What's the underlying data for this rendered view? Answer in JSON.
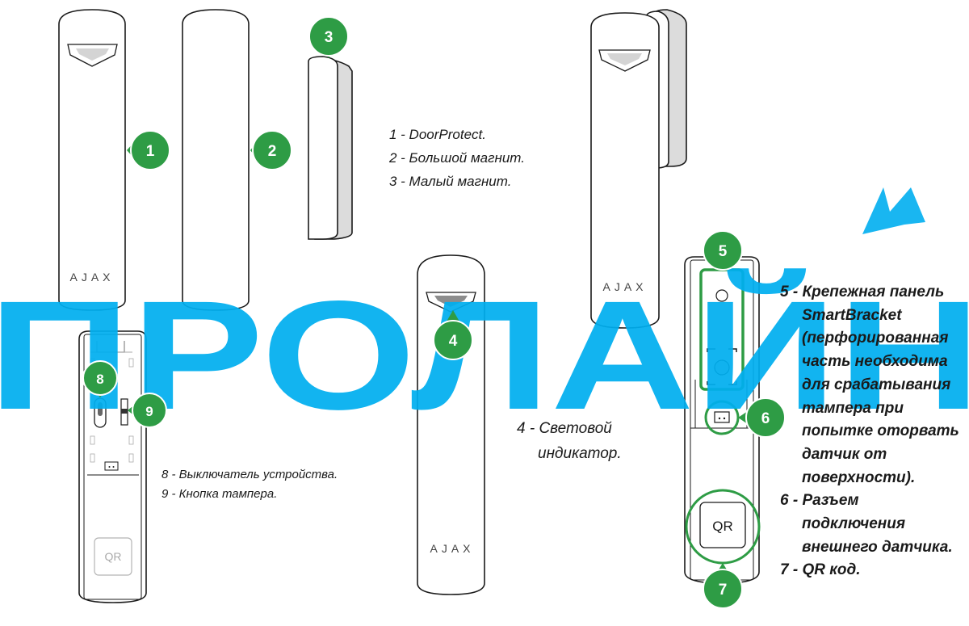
{
  "watermark": {
    "text": "ПРОЛАЙН",
    "color": "#00aeef"
  },
  "colors": {
    "badge": "#2e9c45",
    "badge_ring": "#ffffff",
    "outline": "#1a1a1a",
    "highlight_ring": "#2e9c45"
  },
  "devices": {
    "door_protect_logo": "AJAX",
    "indicator_device_logo": "AJAX",
    "mounted_device_logo": "AJAX",
    "back_qr_text": "QR",
    "front_qr_text": "QR"
  },
  "badges": [
    "1",
    "2",
    "3",
    "4",
    "5",
    "6",
    "7",
    "8",
    "9"
  ],
  "legend_top": [
    "1 - DoorProtect.",
    "2 - Большой магнит.",
    "3 - Малый магнит."
  ],
  "legend_switch": [
    "8 - Выключатель устройства.",
    "9 - Кнопка тампера."
  ],
  "legend_indicator": {
    "line1": "4 - Световой",
    "line2": "индикатор."
  },
  "legend_right": {
    "item5": {
      "line1": "5 - Крепежная панель",
      "lines": [
        "SmartBracket",
        "(перфорированная",
        "часть необходима",
        "для срабатывания",
        "тампера при",
        "попытке оторвать",
        "датчик от",
        "поверхности)."
      ]
    },
    "item6": {
      "line1": "6 - Разъем",
      "lines": [
        "подключения",
        "внешнего датчика."
      ]
    },
    "item7": {
      "line1": "7 - QR код."
    }
  }
}
